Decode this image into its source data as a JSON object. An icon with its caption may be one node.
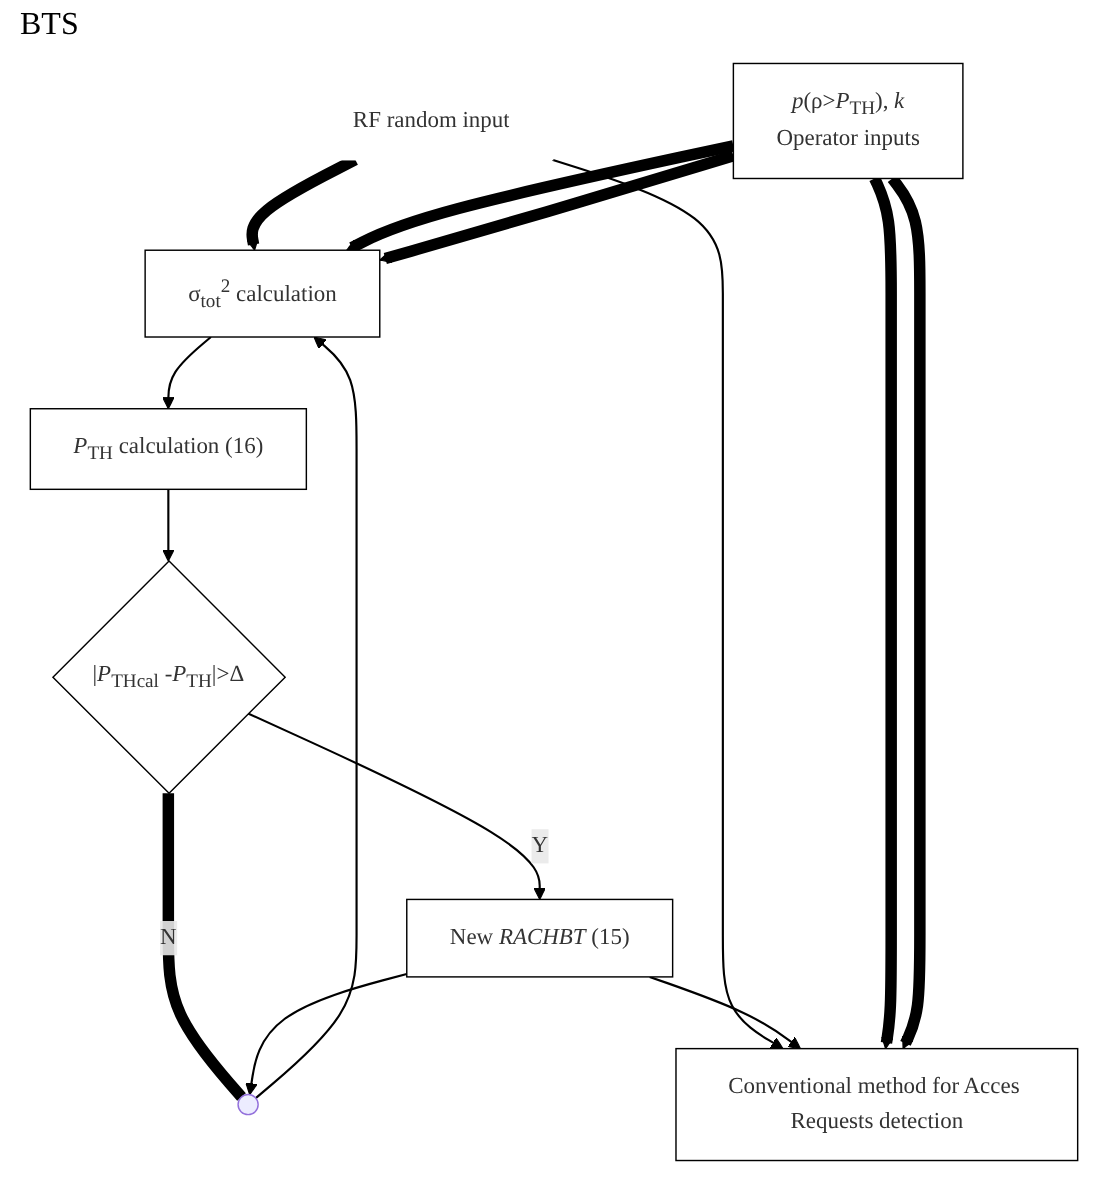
{
  "diagram": {
    "nodes": [
      {
        "text": [
          "RF random input"
        ]
      },
      {
        "text": [
          "Conventional method for Acces Requests detection"
        ]
      },
      {
        "text": [
          "σ$_{tot}$$^{2}$ calculation"
        ]
      },
      {
        "text": [
          "*P*$_{TH}$ calculation (16)"
        ]
      },
      {
        "text": [
          "|*P*$_{THcal}$ -*P*$_{TH}$|>Δ"
        ]
      },
      {
        "text": [
          "New *RACHBT* (15)"
        ]
      },
      {
        "text": [
          "*p*(ρ>*P*$_{TH}$), *k*",
          "Operator inputs"
        ]
      },
      {
        "text": [],
        "shape": "circle"
      }
    ],
    "edges": [
      {
        "from": 0,
        "to": 2,
        "arrow": "to",
        "style": "thick"
      },
      {
        "from": 0,
        "to": 1,
        "arrow": "to"
      },
      {
        "from": 2,
        "to": 3,
        "arrow": "to"
      },
      {
        "from": 3,
        "to": 4,
        "arrow": "to"
      },
      {
        "from": 4,
        "to": 5,
        "arrow": "to",
        "label": "Y"
      },
      {
        "from": 4,
        "to": 7,
        "arrow": "none",
        "label": "N",
        "style": "thick"
      },
      {
        "from": 5,
        "to": 7,
        "arrow": "to"
      },
      {
        "from": 7,
        "to": 2,
        "arrow": "to"
      },
      {
        "from": 5,
        "to": 1,
        "arrow": "to"
      },
      {
        "from": 6,
        "to": 1,
        "arrow": "to",
        "style": "thick"
      },
      {
        "from": 6,
        "to": 1,
        "arrow": "to",
        "style": "thick"
      },
      {
        "from": 6,
        "to": 2,
        "arrow": "to",
        "style": "thick"
      },
      {
        "from": 6,
        "to": 2,
        "arrow": "to",
        "style": "thick"
      }
    ],
    "labels": [
      "BTS"
    ]
  }
}
